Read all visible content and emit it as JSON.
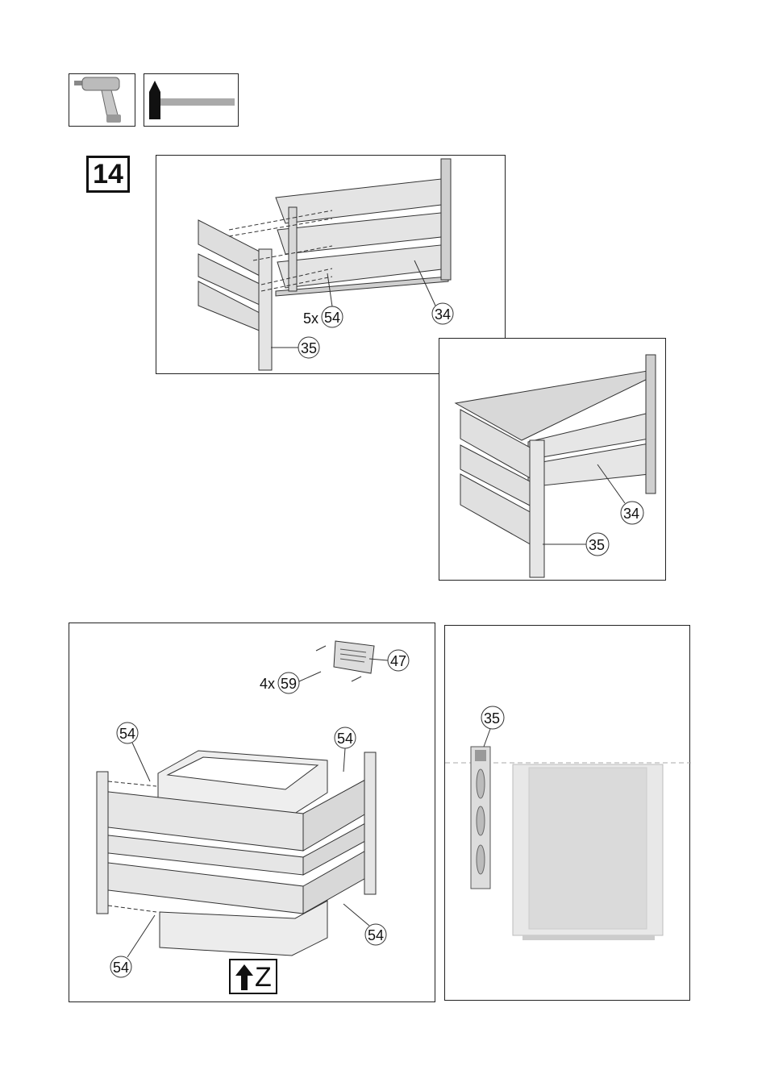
{
  "step": {
    "number": "14"
  },
  "tools": {
    "icons": [
      "drill-icon",
      "hammer-icon"
    ]
  },
  "panel_1": {
    "part_a": "34",
    "part_b": "35",
    "screw_qty": "5x",
    "screw_part": "54"
  },
  "panel_2": {
    "part_a": "34",
    "part_b": "35"
  },
  "panel_3": {
    "plate_part": "47",
    "plate_screw_qty": "4x",
    "plate_screw_part": "59",
    "screw_callouts": [
      "54",
      "54",
      "54",
      "54"
    ],
    "orientation_letter": "Z"
  },
  "panel_4": {
    "post_part": "35"
  },
  "colors": {
    "line": "#222222",
    "fill_light": "#e6e6e6",
    "fill_mid": "#d0d0d0",
    "fill_dark": "#b8b8b8"
  }
}
